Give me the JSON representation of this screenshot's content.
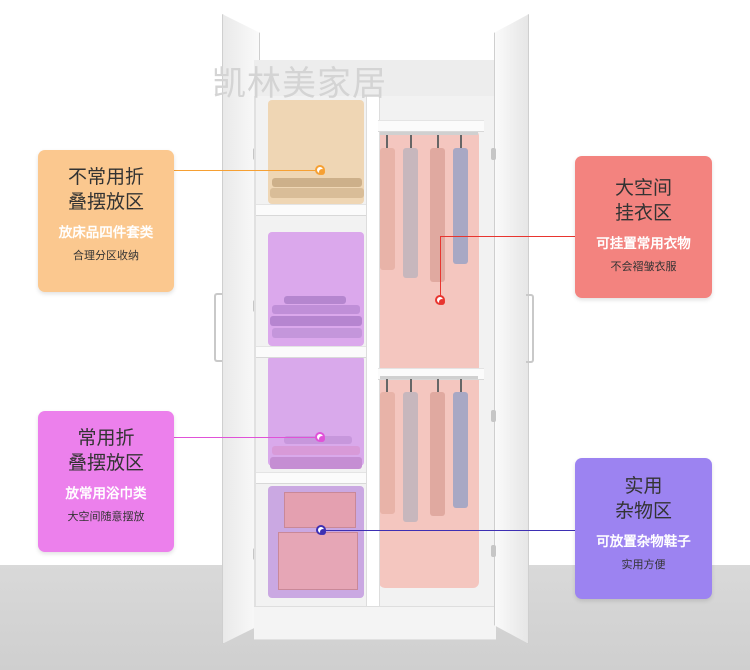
{
  "watermark": "凯林美家居",
  "callouts": [
    {
      "title_lines": [
        "不常用折",
        "叠摆放区"
      ],
      "subtitle": "放床品四件套类",
      "note": "合理分区收纳",
      "color": "#fbc88f",
      "dot_color": "#f6a033"
    },
    {
      "title_lines": [
        "常用折",
        "叠摆放区"
      ],
      "subtitle": "放常用浴巾类",
      "note": "大空间随意摆放",
      "color": "#ec80ec",
      "dot_color": "#e052d8"
    },
    {
      "title_lines": [
        "大空间",
        "挂衣区"
      ],
      "subtitle": "可挂置常用衣物",
      "note": "不会褶皱衣服",
      "color": "#f3837f",
      "dot_color": "#e8352f"
    },
    {
      "title_lines": [
        "实用",
        "杂物区"
      ],
      "subtitle": "可放置杂物鞋子",
      "note": "实用方便",
      "color": "#9c83f1",
      "dot_color": "#3d2fb3"
    }
  ],
  "panel_colors": {
    "beige": "#efd6b4",
    "violet": "#dba8ec",
    "salmon": "#f4c6bf",
    "floor": "#d5d5d5"
  }
}
